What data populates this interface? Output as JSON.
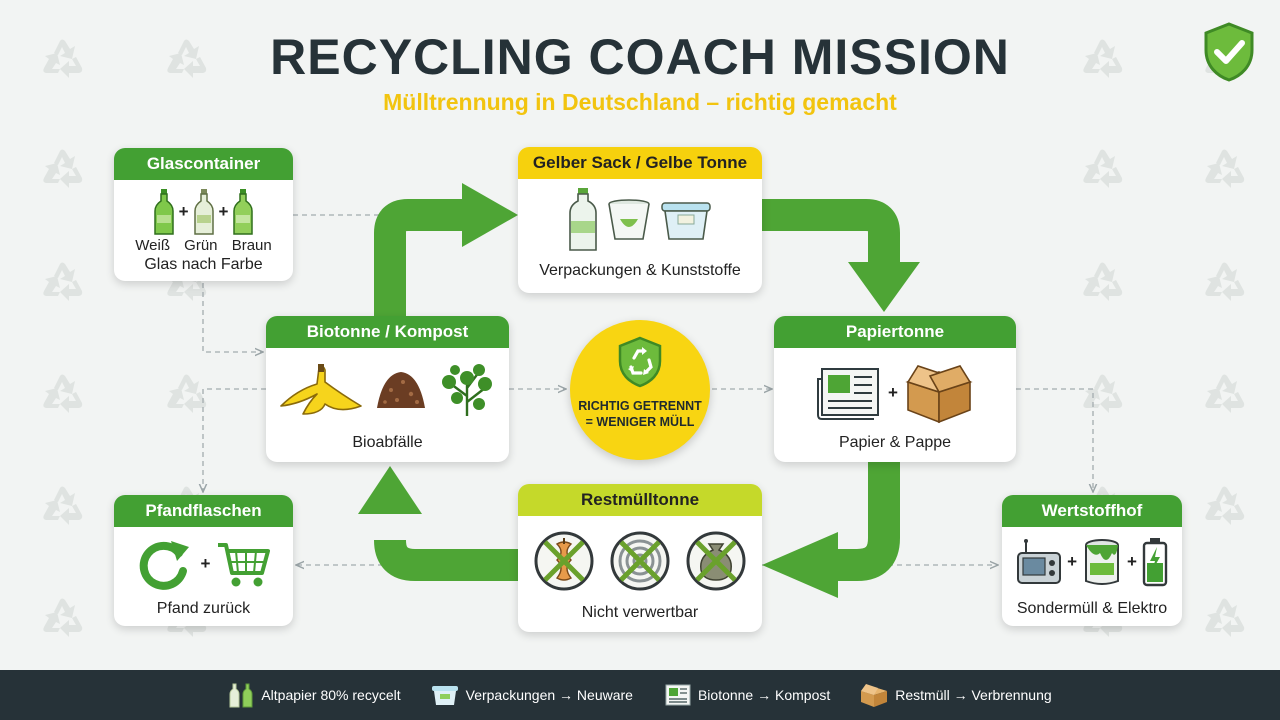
{
  "header": {
    "title": "RECYCLING COACH MISSION",
    "subtitle": "Mülltrennung in Deutschland – richtig gemacht",
    "badge_icon": "shield-check-icon"
  },
  "colors": {
    "green": "#43a033",
    "yellow": "#f6d10d",
    "lime": "#c5d92a",
    "dark": "#263238"
  },
  "cards": {
    "glass": {
      "title": "Glascontainer",
      "labels": [
        "Weiß",
        "Grün",
        "Braun"
      ],
      "caption": "Glas nach Farbe",
      "icons": [
        "bottle-icon",
        "bottle-icon",
        "bottle-icon"
      ]
    },
    "yellow_sack": {
      "title": "Gelber Sack / Gelbe Tonne",
      "caption": "Verpackungen & Kunststoffe",
      "icons": [
        "plastic-bottle-icon",
        "yogurt-cup-icon",
        "food-container-icon"
      ]
    },
    "bio": {
      "title": "Biotonne / Kompost",
      "caption": "Bioabfälle",
      "icons": [
        "banana-peel-icon",
        "coffee-grounds-icon",
        "herbs-icon"
      ]
    },
    "paper": {
      "title": "Papiertonne",
      "caption": "Papier & Pappe",
      "icons": [
        "newspaper-icon",
        "cardboard-box-icon"
      ]
    },
    "pfand": {
      "title": "Pfandflaschen",
      "caption": "Pfand zurück",
      "icons": [
        "return-arrow-icon",
        "shopping-cart-icon"
      ]
    },
    "rest": {
      "title": "Restmülltonne",
      "caption": "Nicht verwertbar",
      "icons": [
        "apple-core-crossed-icon",
        "spiral-crossed-icon",
        "trash-bag-crossed-icon"
      ]
    },
    "wertstoff": {
      "title": "Wertstoffhof",
      "caption": "Sondermüll & Elektro",
      "icons": [
        "radio-icon",
        "paint-can-icon",
        "battery-icon"
      ]
    }
  },
  "center": {
    "line1": "RICHTIG GETRENNT",
    "line2": "= WENIGER MÜLL",
    "icon": "recycle-shield-icon"
  },
  "footer": {
    "items": [
      {
        "icon": "bottles-icon",
        "label": "Altpapier 80% recycelt"
      },
      {
        "icon": "container-icon",
        "label": "Verpackungen → Neuware"
      },
      {
        "icon": "newspaper-icon",
        "label": "Biotonne → Kompost"
      },
      {
        "icon": "box-icon",
        "label": "Restmüll → Verbrennung"
      }
    ]
  }
}
